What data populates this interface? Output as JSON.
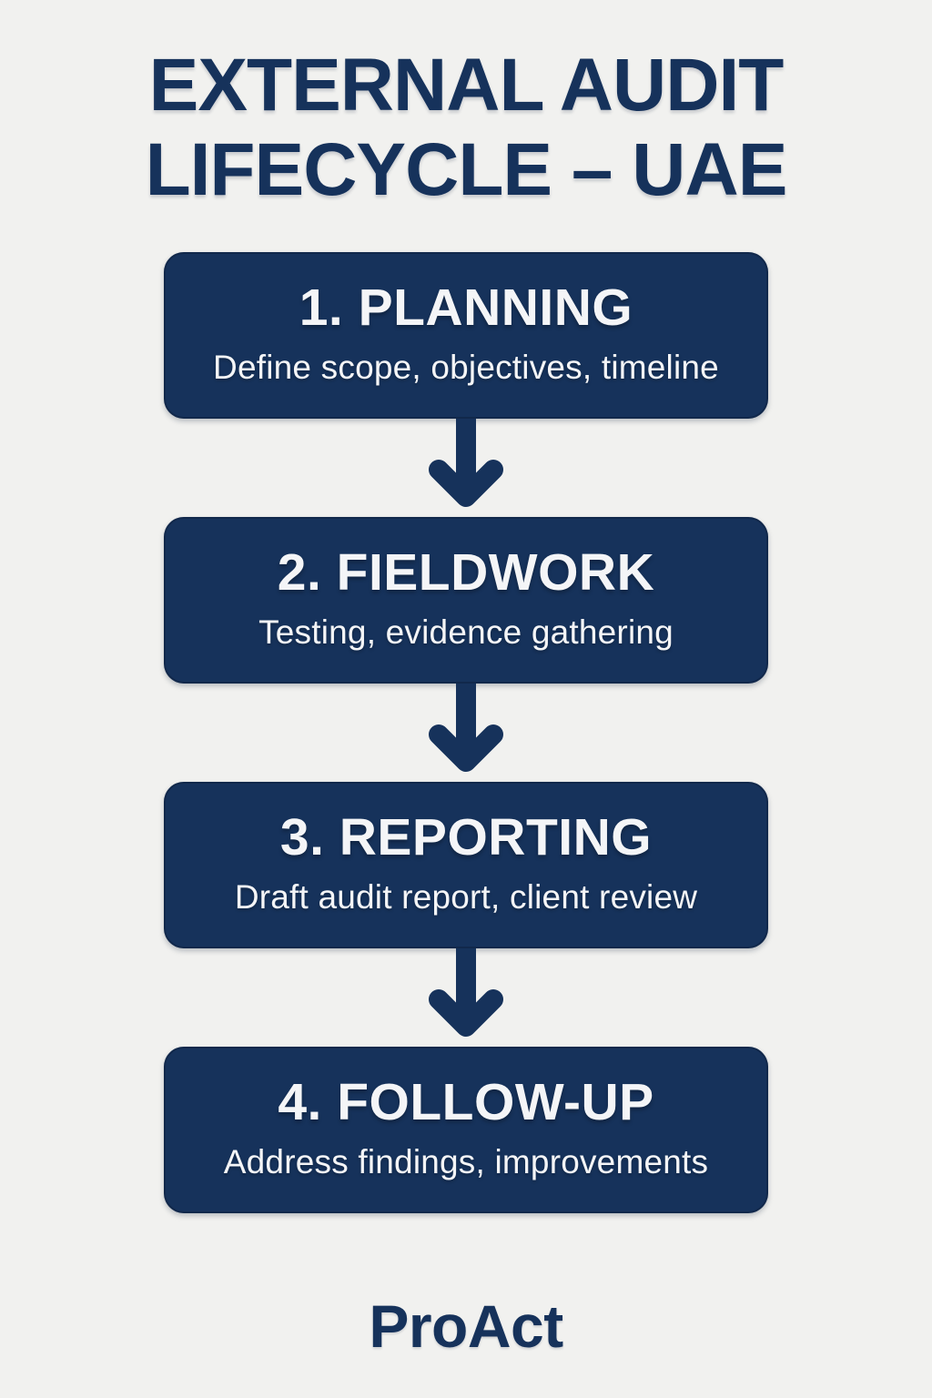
{
  "title": {
    "line1": "EXTERNAL AUDIT",
    "line2": "LIFECYCLE – UAE"
  },
  "steps": [
    {
      "title": "1. PLANNING",
      "subtitle": "Define scope, objectives, timeline"
    },
    {
      "title": "2. FIELDWORK",
      "subtitle": "Testing, evidence gathering"
    },
    {
      "title": "3. REPORTING",
      "subtitle": "Draft audit report, client review"
    },
    {
      "title": "4. FOLLOW-UP",
      "subtitle": "Address findings, improvements"
    }
  ],
  "footer": {
    "brand": "ProAct"
  },
  "icons": {
    "step_connector": "arrow-down-icon"
  },
  "colors": {
    "navy": "#16325B",
    "background": "#F1F1EF",
    "text_light": "#F4F5F7"
  }
}
